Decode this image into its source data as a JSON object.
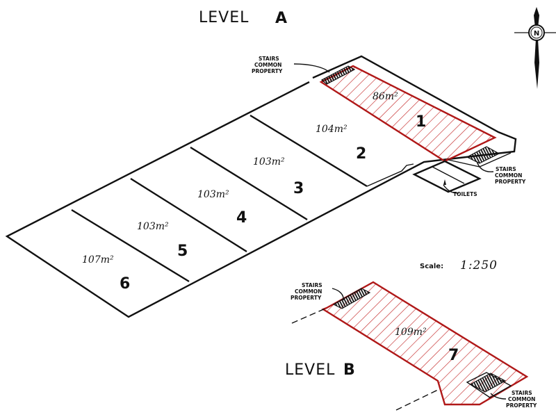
{
  "level_a": {
    "title": "LEVEL",
    "letter": "A",
    "units": [
      {
        "number": "1",
        "area": "86m²"
      },
      {
        "number": "2",
        "area": "104m²"
      },
      {
        "number": "3",
        "area": "103m²"
      },
      {
        "number": "4",
        "area": "103m²"
      },
      {
        "number": "5",
        "area": "103m²"
      },
      {
        "number": "6",
        "area": "107m²"
      }
    ],
    "stairs_top": [
      "STAIRS",
      "COMMON",
      "PROPERTY"
    ],
    "stairs_right": [
      "STAIRS",
      "COMMON",
      "PROPERTY"
    ],
    "toilets": "TOILETS"
  },
  "level_b": {
    "title": "LEVEL",
    "letter": "B",
    "unit": {
      "number": "7",
      "area": "109m²"
    },
    "stairs_left": [
      "STAIRS",
      "COMMON",
      "PROPERTY"
    ],
    "stairs_right": [
      "STAIRS",
      "COMMON",
      "PROPERTY"
    ]
  },
  "scale": {
    "label": "Scale:",
    "value": "1:250"
  },
  "compass": {
    "letter": "N",
    "icon": "north-arrow-icon"
  },
  "colors": {
    "highlight": "#b01818",
    "line": "#111111"
  }
}
